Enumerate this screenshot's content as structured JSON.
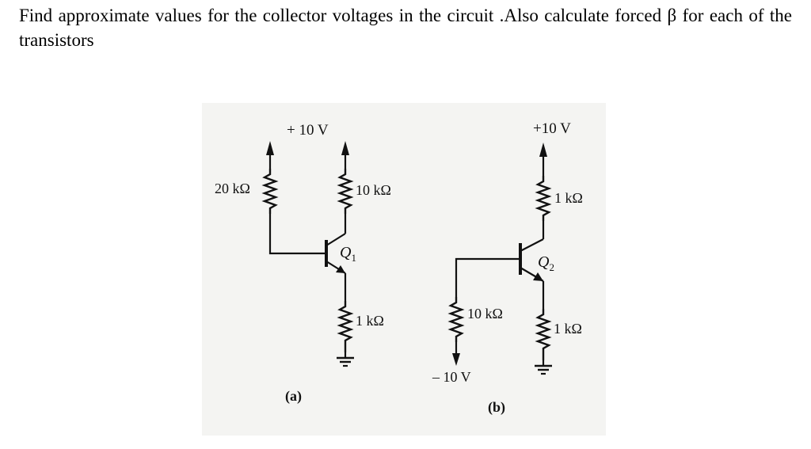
{
  "question": {
    "text": "Find approximate values for the collector voltages in the circuit .Also calculate forced β for each of the transistors"
  },
  "circuit_a": {
    "supply_base": "+ 10 V",
    "supply_collector": "",
    "rb": "20 kΩ",
    "rc": "10 kΩ",
    "transistor": "Q",
    "transistor_sub": "1",
    "re": "1 kΩ",
    "caption": "(a)"
  },
  "circuit_b": {
    "supply_top": "+10 V",
    "rc": "1 kΩ",
    "transistor": "Q",
    "transistor_sub": "2",
    "rb": "10 kΩ",
    "supply_bottom": "– 10 V",
    "re": "1 kΩ",
    "caption": "(b)"
  }
}
